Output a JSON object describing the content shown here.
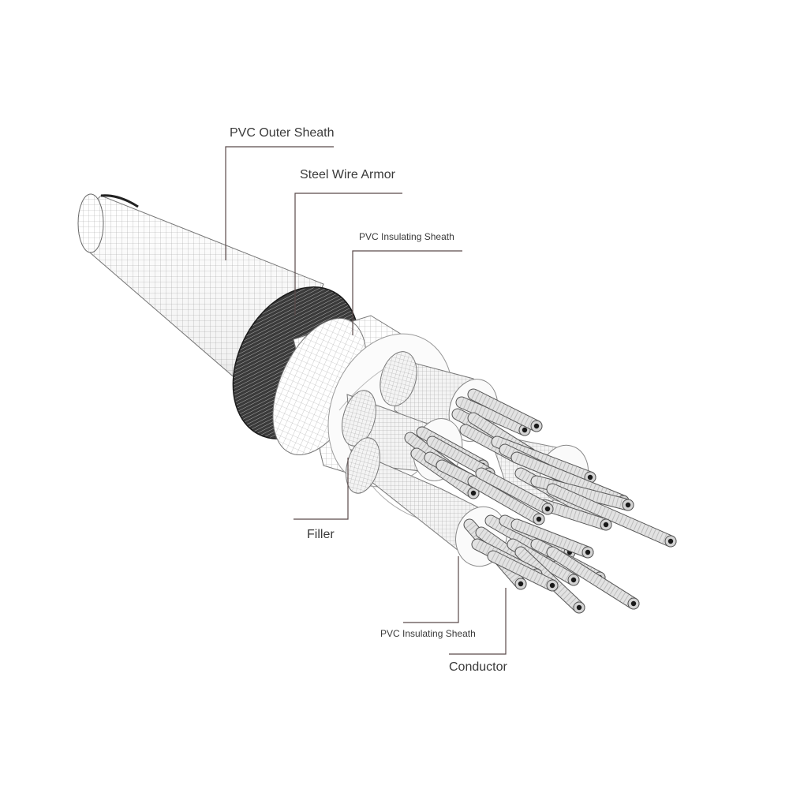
{
  "labels": {
    "outer_sheath": "PVC Outer Sheath",
    "armor": "Steel Wire Armor",
    "insulating_sheath_top": "PVC Insulating Sheath",
    "filler": "Filler",
    "insulating_sheath_bottom": "PVC Insulating Sheath",
    "conductor": "Conductor"
  },
  "colors": {
    "background": "#ffffff",
    "leader_line": "#5a4a4a",
    "label_text": "#3a3a3a",
    "mesh": "#9a9a9a",
    "armor_dark": "#2b2b2b",
    "core_dark": "#1a1a1a"
  }
}
